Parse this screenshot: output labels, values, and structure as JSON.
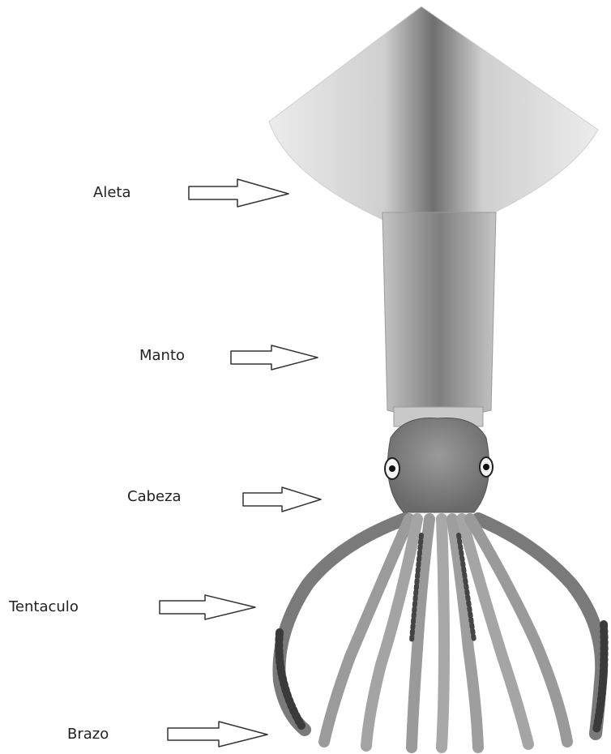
{
  "labels": {
    "aleta": "Aleta",
    "manto": "Manto",
    "cabeza": "Cabeza",
    "tentaculo": "Tentaculo",
    "brazo": "Brazo"
  },
  "colors": {
    "text": "#222222",
    "arrow_stroke": "#333333",
    "fin": "#e6e6e6",
    "fin_shade": "#8a8a8a",
    "mantle": "#9d9d9d",
    "head": "#8a8a8a",
    "arm": "#a8a8a8",
    "arm_dark": "#6e6e6e"
  }
}
